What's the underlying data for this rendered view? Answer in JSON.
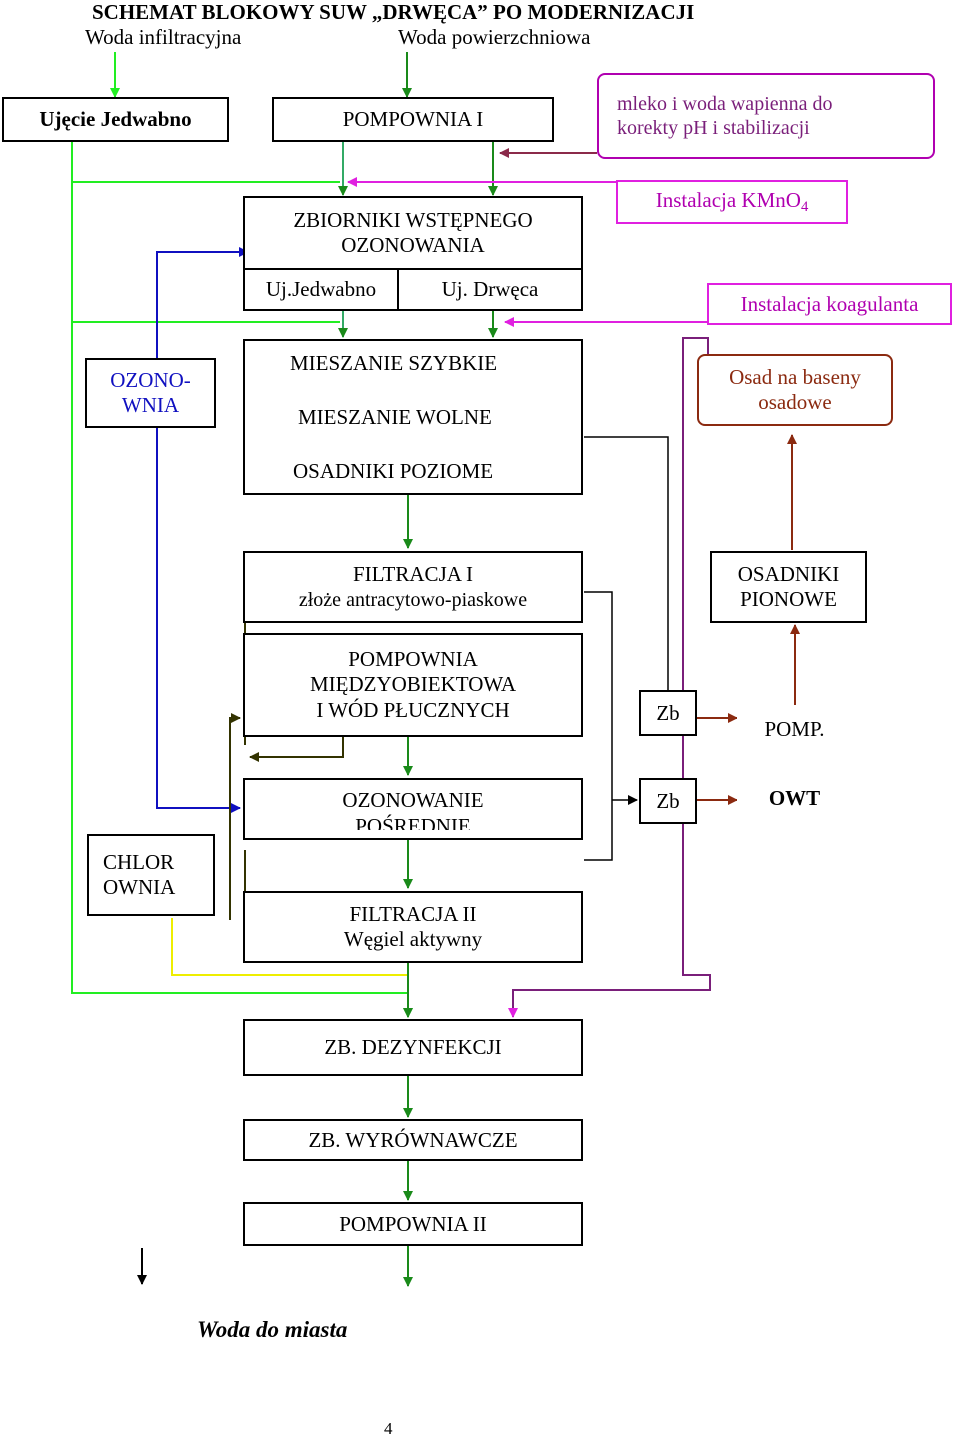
{
  "header": {
    "title": "SCHEMAT BLOKOWY SUW „DRWĘCA” PO MODERNIZACJI",
    "source_infiltration": "Woda infiltracyjna",
    "source_surface": "Woda powierzchniowa"
  },
  "boxes": {
    "ujecie": "Ujęcie Jedwabno",
    "pompownia1": "POMPOWNIA I",
    "mleko": [
      "mleko i woda wapienna do",
      "korekty pH i stabilizacji"
    ],
    "zbiorniki": [
      "ZBIORNIKI WSTĘPNEGO",
      "OZONOWANIA"
    ],
    "zb_left": "Uj.Jedwabno",
    "zb_right": "Uj. Drwęca",
    "kmno4_main": "Instalacja KMnO",
    "kmno4_sub": "4",
    "koagulant": "Instalacja koagulanta",
    "ozonownia": [
      "OZONO-",
      "WNIA"
    ],
    "mieszanie_szybkie": "MIESZANIE SZYBKIE",
    "mieszanie_wolne": "MIESZANIE WOLNE",
    "osadniki_poziome": "OSADNIKI POZIOME",
    "osad": [
      "Osad na baseny",
      "osadowe"
    ],
    "filtracja1": [
      "FILTRACJA I",
      "złoże antracytowo-piaskowe"
    ],
    "osadniki_pionowe": [
      "OSADNIKI",
      "PIONOWE"
    ],
    "pompownia_mb": [
      "POMPOWNIA",
      "MIĘDZYOBIEKTOWA",
      "I WÓD PŁUCZNYCH"
    ],
    "zb1": "Zb",
    "pomp": "POMP.",
    "ozonowanie_posr": [
      "OZONOWANIE",
      "POŚREDNIE"
    ],
    "zb2": "Zb",
    "owt": "OWT",
    "chlorownia": [
      "CHLOR",
      "OWNIA"
    ],
    "filtracja2": [
      "FILTRACJA II",
      "Węgiel aktywny"
    ],
    "dezynfekcja": "ZB. DEZYNFEKCJI",
    "wyrownawcze": "ZB. WYRÓWNAWCZE",
    "pompownia2": "POMPOWNIA II"
  },
  "footer": {
    "output": "Woda do miasta",
    "page_number": "4"
  },
  "colors": {
    "main_flow": "#1a8a1a",
    "infiltration_flow": "#22ee22",
    "chemicals": "#e020e0",
    "lime_milk": "#8b2a4a",
    "ozone": "#1010c0",
    "chlorine": "#eeee00",
    "sludge": "#8b2a10",
    "wash_water": "#333300",
    "backwash": "#7a1f7a"
  }
}
